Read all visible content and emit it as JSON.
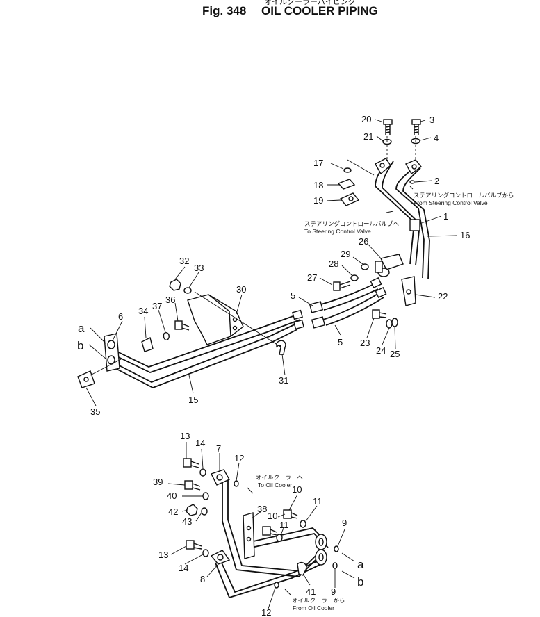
{
  "title": {
    "fig": "Fig. 348",
    "name": "OIL COOLER PIPING",
    "jp": "オイルクーラーパイピング"
  },
  "notes": {
    "to_steering_jp": "ステアリングコントロールバルブへ",
    "to_steering_en": "To Steering Control Valve",
    "from_steering_jp": "ステアリングコントロールバルブから",
    "from_steering_en": "From Steering Control Valve",
    "to_cooler_jp": "オイルクーラーへ",
    "to_cooler_en": "To Oil Cooler",
    "from_cooler_jp": "オイルクーラーから",
    "from_cooler_en": "From Oil Cooler"
  },
  "callouts": {
    "n1": "1",
    "n2": "2",
    "n3": "3",
    "n4": "4",
    "n5a": "5",
    "n5b": "5",
    "n6": "6",
    "n7": "7",
    "n8": "8",
    "n9a": "9",
    "n9b": "9",
    "n10a": "10",
    "n10b": "10",
    "n11a": "11",
    "n11b": "11",
    "n12a": "12",
    "n12b": "12",
    "n13a": "13",
    "n13b": "13",
    "n14a": "14",
    "n14b": "14",
    "n15": "15",
    "n16": "16",
    "n17": "17",
    "n18": "18",
    "n19": "19",
    "n20": "20",
    "n21": "21",
    "n22": "22",
    "n23": "23",
    "n24": "24",
    "n25": "25",
    "n26": "26",
    "n27": "27",
    "n28": "28",
    "n29": "29",
    "n30": "30",
    "n31": "31",
    "n32": "32",
    "n33": "33",
    "n34": "34",
    "n35": "35",
    "n36": "36",
    "n37": "37",
    "n38": "38",
    "n39": "39",
    "n40": "40",
    "n41": "41",
    "n42": "42",
    "n43": "43"
  },
  "connections": {
    "a_top": "a",
    "b_top": "b",
    "a_bottom": "a",
    "b_bottom": "b"
  }
}
